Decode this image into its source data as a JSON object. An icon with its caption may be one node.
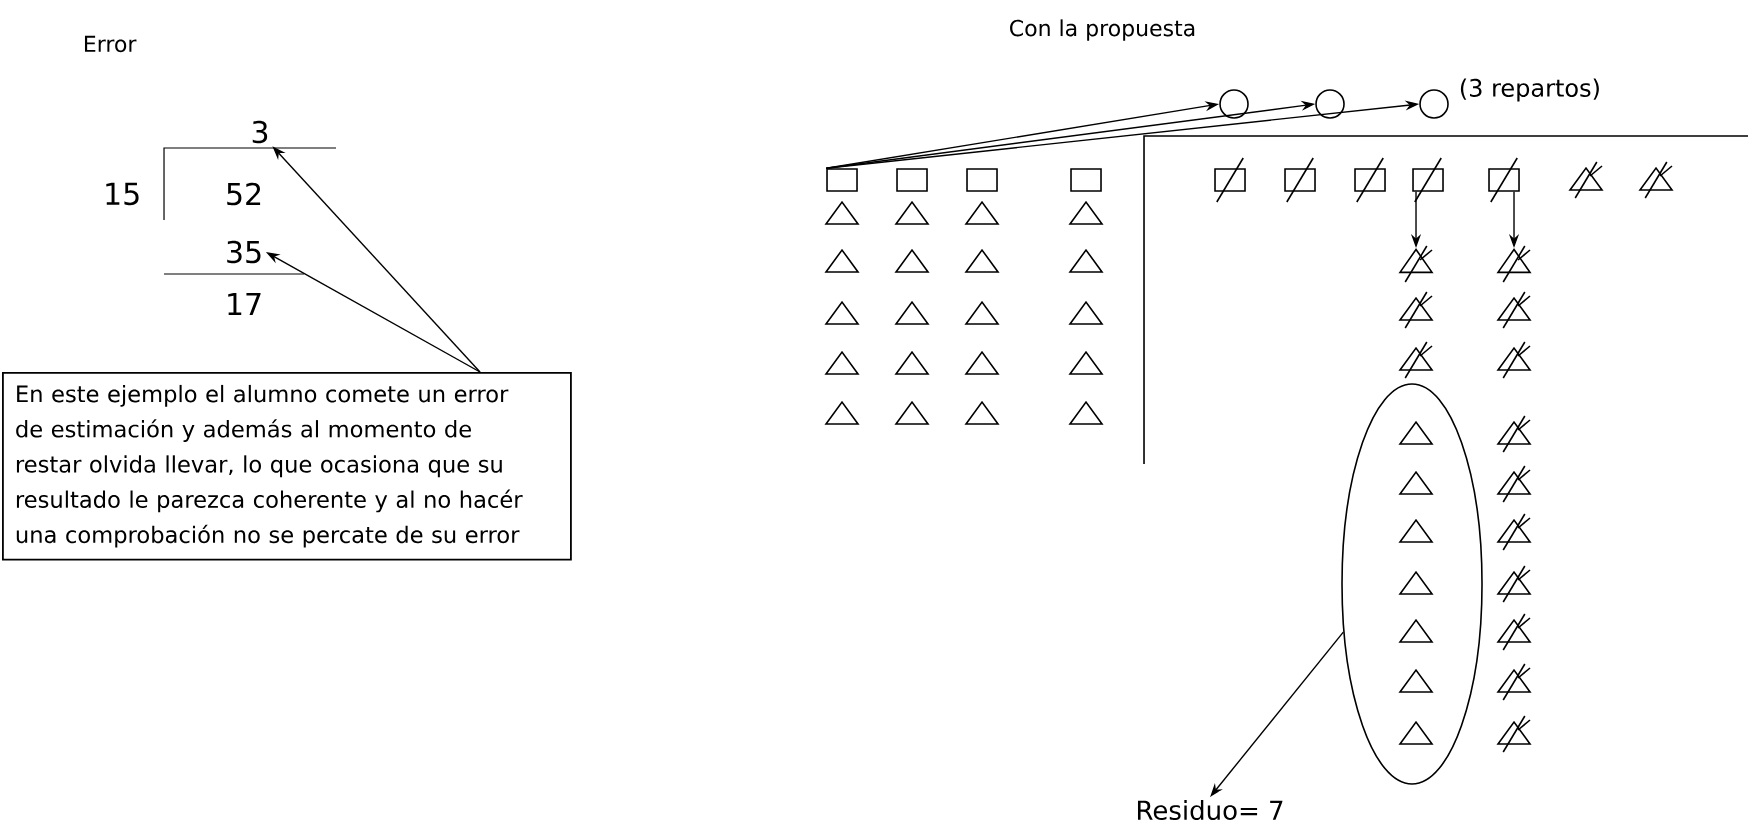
{
  "diagram": {
    "nodes": [
      {
        "text": [
          "En este ejemplo el alumno comete un error de estimación y además al momento de restar olvida llevar, lo que ocasiona que su resultado le parezca coherente y al no hacér una comprobación no se percate de su error"
        ]
      },
      {
        "text": [
          "3"
        ]
      },
      {
        "text": [
          "35"
        ]
      },
      {
        "text": [],
        "shape": "box"
      },
      {
        "text": [],
        "shape": "box"
      },
      {
        "text": [],
        "shape": "box"
      },
      {
        "text": [],
        "shape": "box"
      },
      {
        "text": [],
        "shape": "circle"
      },
      {
        "text": [],
        "shape": "circle"
      },
      {
        "text": [],
        "shape": "circle"
      },
      {
        "text": [],
        "shape": "box"
      },
      {
        "text": [],
        "shape": "box"
      },
      {
        "text": [],
        "shape": "box"
      },
      {
        "text": [],
        "shape": "box"
      },
      {
        "text": [],
        "shape": "box"
      },
      {
        "text": [],
        "shape": "triangle"
      },
      {
        "text": [],
        "shape": "triangle"
      },
      {
        "text": [],
        "shape": "ellipse"
      },
      {
        "text": [
          "Residuo= 7"
        ]
      }
    ],
    "edges": [
      {
        "from": 0,
        "to": 1,
        "arrow": "to"
      },
      {
        "from": 0,
        "to": 2,
        "arrow": "to"
      },
      {
        "from": 3,
        "to": 7,
        "arrow": "to"
      },
      {
        "from": 3,
        "to": 8,
        "arrow": "to"
      },
      {
        "from": 3,
        "to": 9,
        "arrow": "to"
      },
      {
        "from": 13,
        "to": 15,
        "arrow": "to"
      },
      {
        "from": 14,
        "to": 16,
        "arrow": "to"
      },
      {
        "from": 17,
        "to": 18,
        "arrow": "to"
      }
    ],
    "labels": [
      "Error",
      "Con la propuesta",
      "(3 repartos)",
      "15",
      "52",
      "17"
    ]
  }
}
